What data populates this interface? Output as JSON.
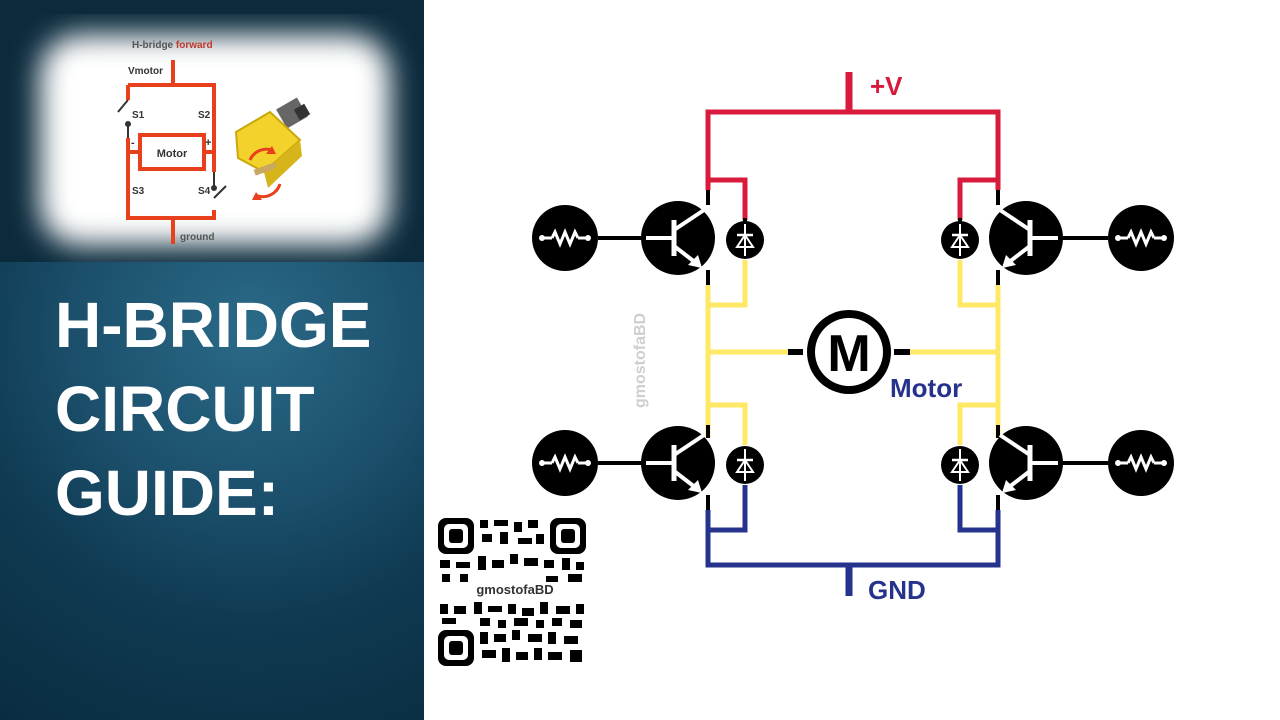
{
  "mini_diagram": {
    "title_part1": "H-bridge",
    "title_part2": "forward",
    "vmotor": "Vmotor",
    "s1": "S1",
    "s2": "S2",
    "s3": "S3",
    "s4": "S4",
    "motor": "Motor",
    "minus": "-",
    "plus": "+",
    "ground": "ground"
  },
  "title": {
    "line1": "H-BRIDGE",
    "line2": "CIRCUIT",
    "line3": "GUIDE:"
  },
  "diagram": {
    "vplus": "+V",
    "gnd": "GND",
    "motor_symbol": "M",
    "motor_label": "Motor",
    "watermark": "gmostofaBD"
  },
  "qr": {
    "label": "gmostofaBD"
  },
  "colors": {
    "red": "#d81b3c",
    "yellow": "#ffe866",
    "navy": "#26338c",
    "panel": "#0f3a52"
  }
}
